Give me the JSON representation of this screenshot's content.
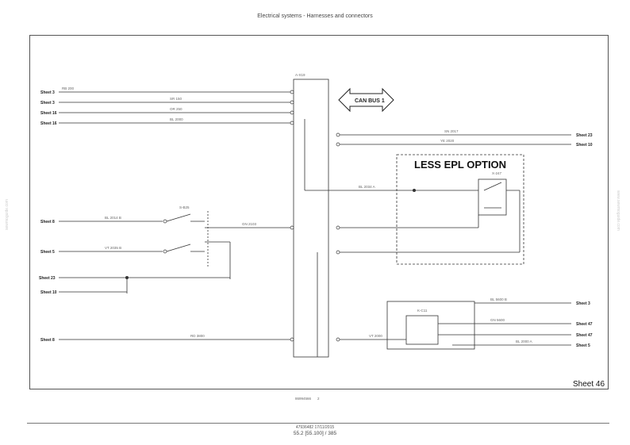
{
  "header": {
    "title": "Electrical systems - Harnesses and connectors"
  },
  "diagram": {
    "connector_a": "A-X19",
    "can_bus": "CAN BUS 1",
    "less_epl": "LESS EPL OPTION",
    "sheet_title": "Sheet 46",
    "small_code": "86994566",
    "small_code_num": "2",
    "comp_kc11": "K-C11",
    "comp_x247": "X-247",
    "comp_sb": "S-B25",
    "left_sheets": {
      "l1": "Sheet 3",
      "l2": "Sheet 3",
      "l3": "Sheet 16",
      "l4": "Sheet 16",
      "l5": "Sheet 8",
      "l6": "Sheet 5",
      "l7": "Sheet 23",
      "l8": "Sheet 10",
      "l9": "Sheet 8"
    },
    "right_sheets": {
      "r1": "Sheet 23",
      "r2": "Sheet 10",
      "r3": "Sheet 3",
      "r4": "Sheet 47",
      "r5": "Sheet 47",
      "r6": "Sheet 5"
    },
    "wire_labels": {
      "w1": "RB 200",
      "w2": "SR 150",
      "w3": "OR 250",
      "w4": "BL 2000",
      "w5": "BL 2034 A",
      "w6": "GN 2103",
      "w7": "VT 2035 B",
      "w8": "BL 2014 B",
      "w9": "RD 3800",
      "w10": "SN 2017",
      "w11": "YE 2020",
      "w12": "BL 5600 B",
      "w13": "GN 5600",
      "w14": "VT 2000",
      "w15": "BL 2000 A"
    }
  },
  "footer": {
    "doc": "47936482 17/11/2015",
    "page": "55.2 [55.100] / 385"
  },
  "watermarks": {
    "left": "sewmoguide.com",
    "right": "www.sewmoguide.com"
  }
}
